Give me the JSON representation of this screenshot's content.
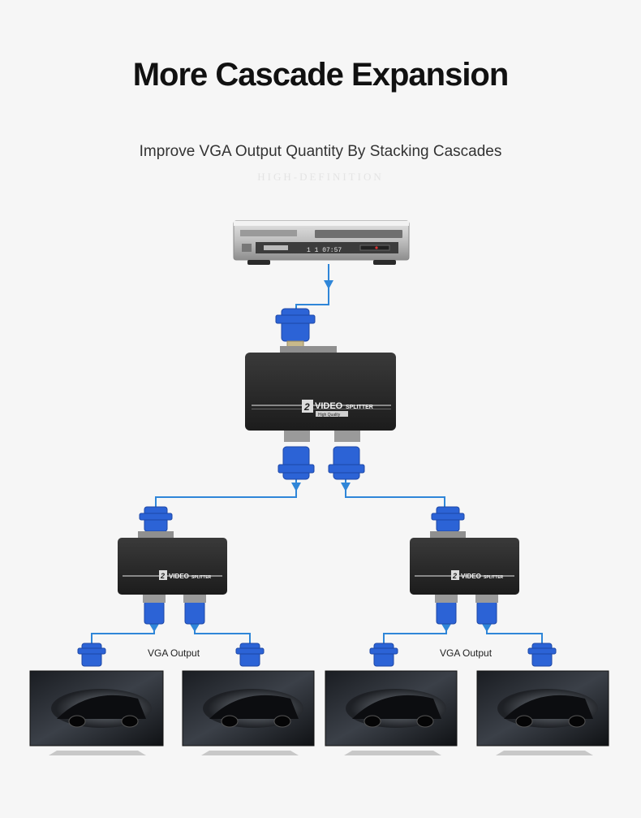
{
  "title": "More Cascade Expansion",
  "subtitle": "Improve VGA Output Quantity By Stacking Cascades",
  "tagline": "HIGH-DEFINITION",
  "dvd": {
    "display": "1 1  07:57"
  },
  "splitter": {
    "brand": "VIDEO",
    "brand_small": "SPLITTER",
    "badge": "High Quality",
    "number": "2"
  },
  "vga_output_left": "VGA Output",
  "vga_output_right": "VGA Output",
  "colors": {
    "cable": "#2f86d8",
    "connector": "#2c63d6",
    "device": "#2a2a2a"
  }
}
